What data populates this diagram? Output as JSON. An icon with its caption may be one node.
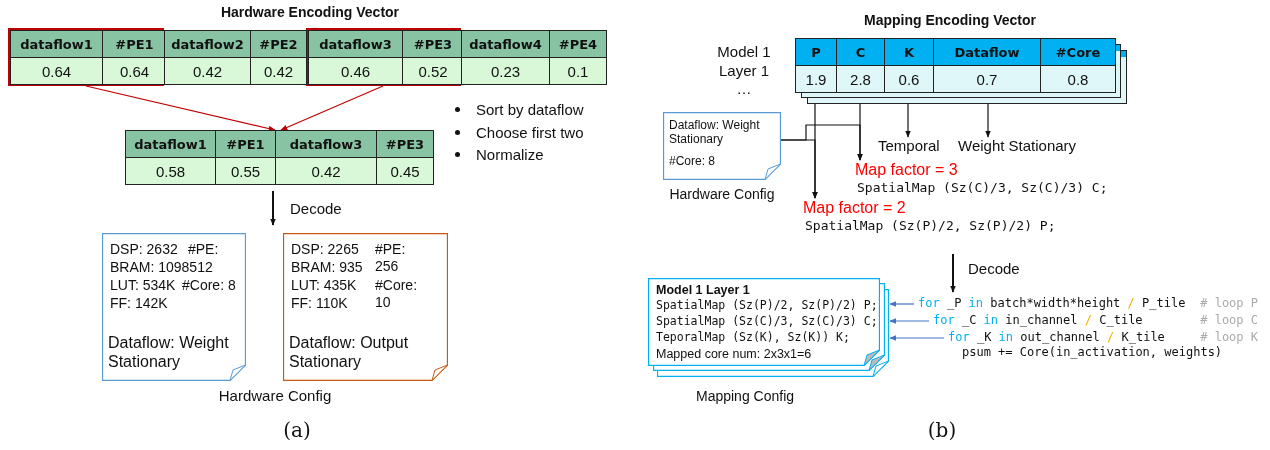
{
  "diagram": {
    "nodes": [
      {
        "text": [
          "dataflow1",
          "#PE1",
          "0.64",
          "0.64"
        ]
      },
      {
        "text": [
          "dataflow3",
          "#PE3",
          "0.46",
          "0.52"
        ]
      },
      {
        "text": [
          "dataflow1",
          "#PE1",
          "dataflow3",
          "#PE3",
          "0.58",
          "0.55",
          "0.42",
          "0.45"
        ]
      },
      {
        "text": [
          "DSP: 2632",
          "#PE:",
          "BRAM: 1098512",
          "LUT: 534K",
          "#Core: 8",
          "FF: 142K",
          "Dataflow: Weight Stationary"
        ]
      },
      {
        "text": [
          "DSP: 2265",
          "#PE: 256",
          "BRAM: 935",
          "LUT: 435K",
          "#Core: 10",
          "FF: 110K",
          "Dataflow: Output Stationary"
        ]
      },
      {
        "text": [
          "P",
          "C",
          "K",
          "Dataflow",
          "#Core",
          "1.9",
          "2.8",
          "0.6",
          "0.7",
          "0.8"
        ]
      },
      {
        "text": [
          "Dataflow: Weight Stationary",
          "#Core: 8"
        ],
        "beside": [
          "Hardware Config"
        ]
      },
      {
        "text": [
          "Temporal"
        ]
      },
      {
        "text": [
          "Weight Stationary"
        ]
      },
      {
        "text": [
          "Map factor = 3",
          "SpatialMap (Sz(C)/3, Sz(C)/3) C;"
        ]
      },
      {
        "text": [
          "Map factor = 2",
          "SpatialMap (Sz(P)/2, Sz(P)/2) P;"
        ]
      },
      {
        "text": [
          "Model 1 Layer 1",
          "SpatialMap (Sz(P)/2, Sz(P)/2) P;",
          "SpatialMap (Sz(C)/3, Sz(C)/3) C;",
          "TeporalMap (Sz(K), Sz(K)) K;",
          "Mapped core num: 2x3x1=6"
        ],
        "beside": [
          "Mapping Config"
        ]
      },
      {
        "text": [
          "for _P in batch*width*height / P_tile",
          "# loop P"
        ]
      },
      {
        "text": [
          "for _C in in_channel / C_tile",
          "# loop C"
        ]
      },
      {
        "text": [
          "for _K in out_channel / K_tile",
          "# loop K"
        ]
      }
    ],
    "edges": [
      {
        "from": 0,
        "to": 2,
        "arrow": "to",
        "color": "#c00000"
      },
      {
        "from": 1,
        "to": 2,
        "arrow": "to",
        "color": "#c00000"
      },
      {
        "from": 2,
        "to": 4,
        "arrow": "to",
        "label": "Decode"
      },
      {
        "from": 5,
        "to": 7,
        "arrow": "to"
      },
      {
        "from": 5,
        "to": 8,
        "arrow": "to"
      },
      {
        "from": 5,
        "to": 9,
        "arrow": "to"
      },
      {
        "from": 5,
        "to": 10,
        "arrow": "to"
      },
      {
        "from": 6,
        "to": 9,
        "arrow": "to"
      },
      {
        "from": 6,
        "to": 10,
        "arrow": "to"
      },
      {
        "from": 12,
        "to": 11,
        "arrow": "to",
        "color": "#4472c4"
      },
      {
        "from": 13,
        "to": 11,
        "arrow": "to",
        "color": "#4472c4"
      },
      {
        "from": 14,
        "to": 11,
        "arrow": "to",
        "color": "#4472c4"
      },
      {
        "from": 10,
        "to": 12,
        "arrow": "to",
        "label": "Decode"
      }
    ],
    "labels": [
      "Hardware Encoding Vector",
      "dataflow2",
      "#PE2",
      "dataflow4",
      "#PE4",
      "0.42",
      "0.42",
      "0.23",
      "0.1",
      "Sort by dataflow",
      "Choose first two",
      "Normalize",
      "Hardware Config",
      "(a)",
      "Mapping Encoding Vector",
      "Model 1",
      "Layer 1",
      "…",
      "psum += Core(in_activation, weights)",
      "(b)"
    ]
  }
}
